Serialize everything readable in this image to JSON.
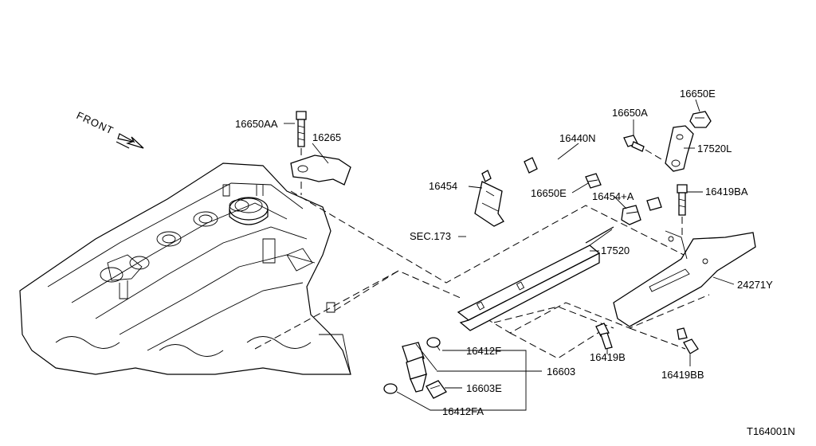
{
  "diagram": {
    "front_label": "FRONT",
    "code": "T164001N",
    "labels": {
      "p16650AA": "16650AA",
      "p16265": "16265",
      "p16650A": "16650A",
      "p16650E_top": "16650E",
      "p16440N": "16440N",
      "p17520L": "17520L",
      "p16454": "16454",
      "p16650E_mid": "16650E",
      "p16454A": "16454+A",
      "p16419BA": "16419BA",
      "sec173": "SEC.173",
      "p17520": "17520",
      "p24271Y": "24271Y",
      "p16412F": "16412F",
      "p16603": "16603",
      "p16419B": "16419B",
      "p16419BB": "16419BB",
      "p16603E": "16603E",
      "p16412FA": "16412FA"
    }
  }
}
